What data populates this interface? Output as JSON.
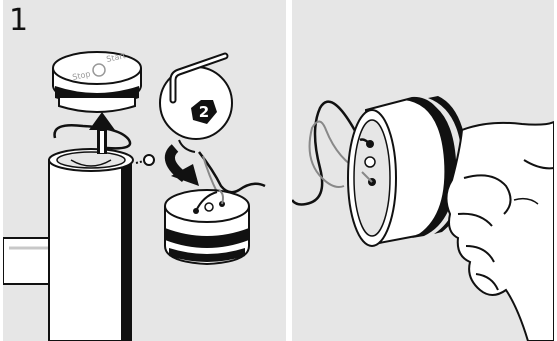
{
  "step_number": "1",
  "callout_number": "2",
  "cap_label_top": "Start",
  "cap_label_bottom": "Stop"
}
